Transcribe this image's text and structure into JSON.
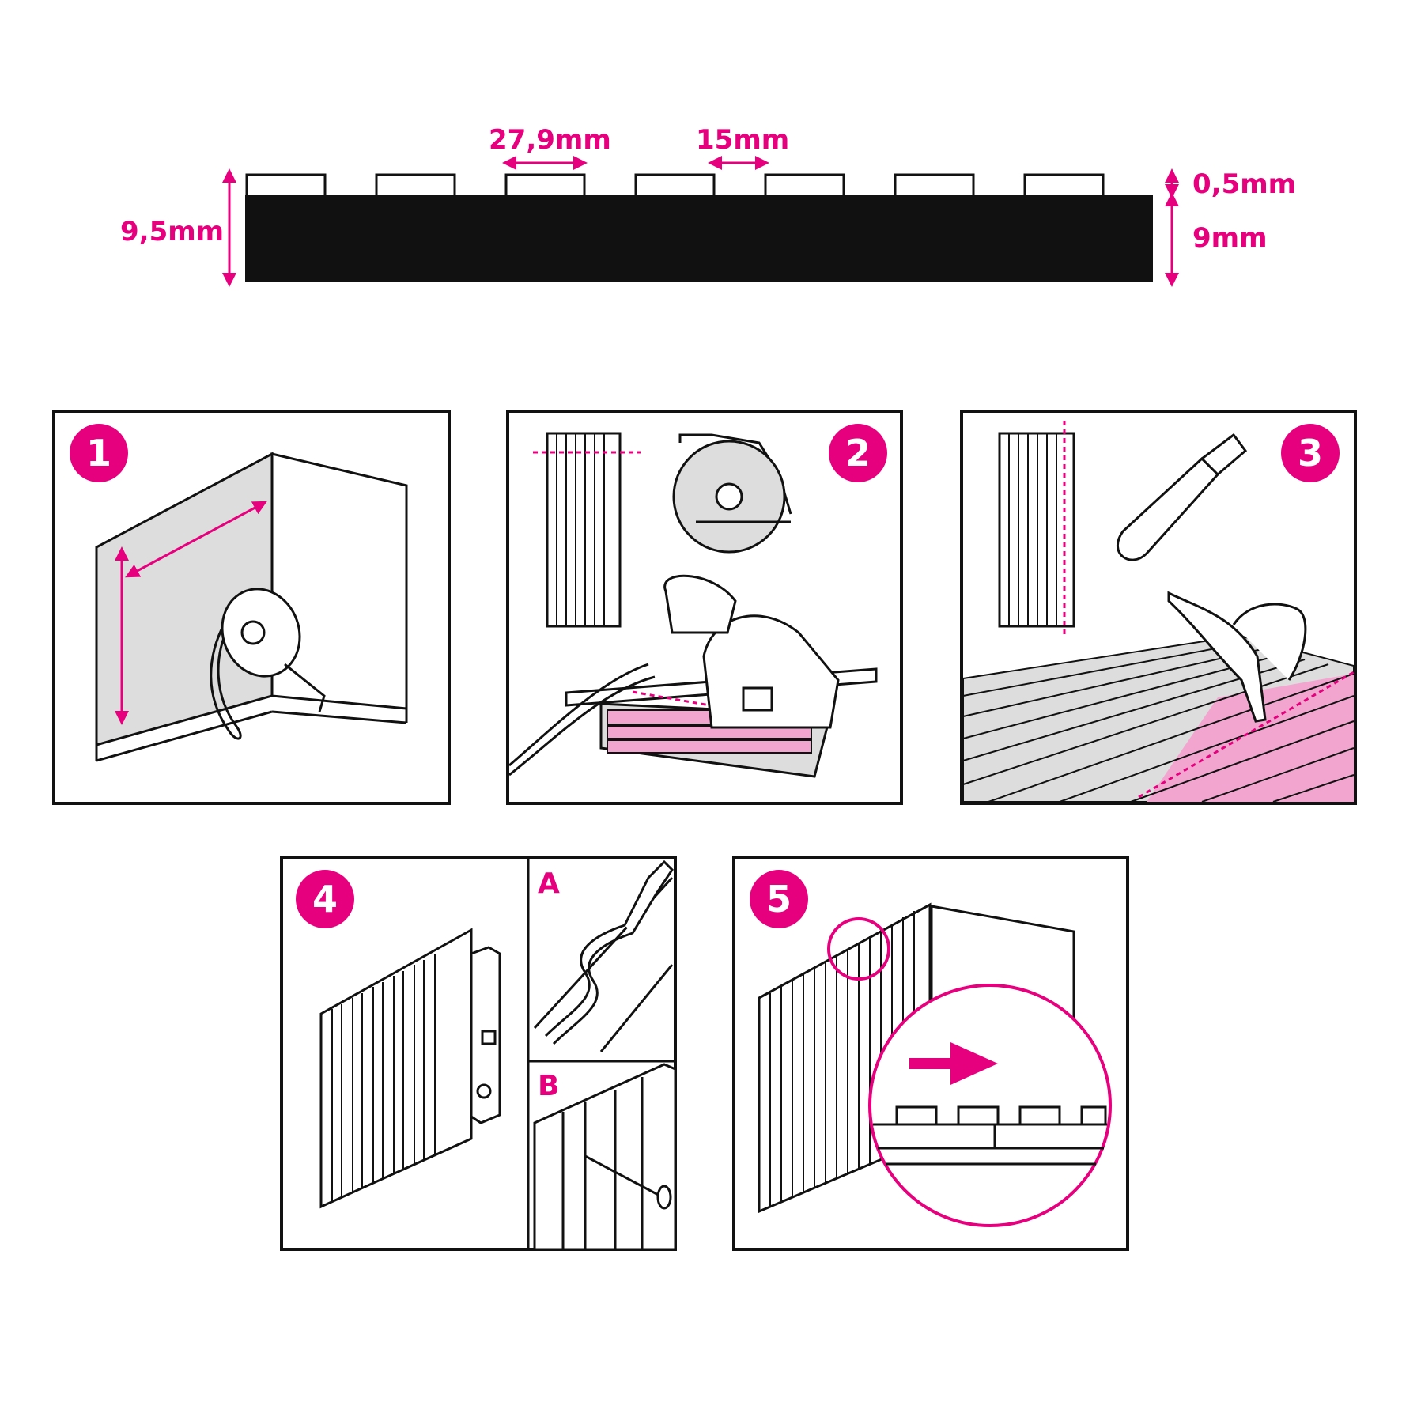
{
  "colors": {
    "accent": "#e6007e",
    "ink": "#111111",
    "panel_grey": "#dddddd",
    "panel_pink": "#f2a6cf"
  },
  "profile": {
    "rib_width_label": "27,9mm",
    "gap_label": "15mm",
    "total_height_label": "9,5mm",
    "rib_height_label": "0,5mm",
    "base_height_label": "9mm"
  },
  "steps": [
    {
      "number": "1",
      "icon": "tape-measure-icon"
    },
    {
      "number": "2",
      "icon": "circular-saw-icon"
    },
    {
      "number": "3",
      "icon": "utility-knife-icon"
    },
    {
      "number": "4",
      "icon": "spirit-level-icon",
      "subpanels": [
        "A",
        "B"
      ]
    },
    {
      "number": "5",
      "icon": "arrow-right-icon"
    }
  ]
}
